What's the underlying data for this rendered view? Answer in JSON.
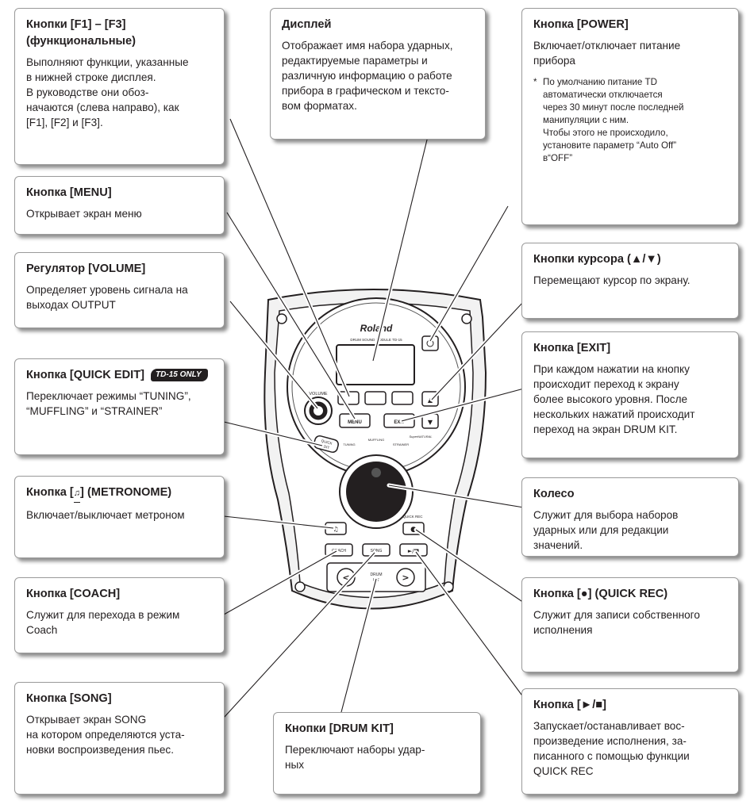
{
  "callouts": {
    "f_buttons": {
      "title": "Кнопки [F1] – [F3]\n(функциональные)",
      "desc": "Выполняют функции, указанные\nв нижней строке дисплея.\n                    В руководстве они обоз-\nначаются (слева направо), как\n[F1], [F2] и [F3]."
    },
    "display": {
      "title": "Дисплей",
      "desc": "Отображает имя набора ударных,\nредактируемые параметры и\nразличную информацию о работе\nприбора в графическом и тексто-\nвом форматах."
    },
    "power": {
      "title": "Кнопка [POWER]",
      "desc": "Включает/отключает питание\nприбора",
      "note_mark": "*",
      "note": "По умолчанию питание TD\nавтоматически отключается\nчерез 30 минут после последней\nманипуляции с ним.\nЧтобы этого не происходило,\nустановите параметр “Auto Off”\nв“OFF”"
    },
    "menu": {
      "title": "Кнопка [MENU]",
      "desc": "Открывает экран меню"
    },
    "volume": {
      "title": "Регулятор [VOLUME]",
      "desc": "Определяет уровень сигнала на\nвыходах OUTPUT"
    },
    "quick_edit": {
      "title": "Кнопка [QUICK EDIT]",
      "badge": "TD-15 ONLY",
      "desc": "Переключает режимы “TUNING”,\n“MUFFLING” и “STRAINER”"
    },
    "metronome": {
      "title_pre": "Кнопка [",
      "title_post": "] (METRONOME)",
      "desc": "Включает/выключает метроном"
    },
    "coach": {
      "title": "Кнопка [COACH]",
      "desc": "Служит для перехода в режим\nCoach"
    },
    "song": {
      "title": "Кнопка [SONG]",
      "desc": "Открывает экран SONG\nна котором определяются уста-\nновки воспроизведения пьес."
    },
    "drum_kit": {
      "title": "Кнопки [DRUM KIT]",
      "desc": "Переключают наборы удар-\nных"
    },
    "cursor": {
      "title": "Кнопки курсора (▲/▼)",
      "desc": "Перемещают курсор по экрану."
    },
    "exit": {
      "title": "Кнопка [EXIT]",
      "desc": "При каждом нажатии на кнопку\nпроисходит переход к экрану\nболее высокого уровня. После\nнескольких нажатий происходит\nпереход на экран DRUM KIT."
    },
    "wheel": {
      "title": "Колесо",
      "desc": "Служит для выбора наборов\nударных или для редакции\nзначений."
    },
    "quick_rec": {
      "title": "Кнопка [●] (QUICK REC)",
      "desc": "Служит для записи собственного\nисполнения"
    },
    "play_stop": {
      "title": "Кнопка [►/■]",
      "desc": "Запускает/останавливает вос-\nпроизведение исполнения, за-\nписанного с помощью функции\nQUICK REC"
    }
  },
  "device": {
    "brand": "Roland",
    "model": "DRUM SOUND MODULE TD-15",
    "volume_label": "VOLUME",
    "menu_label": "MENU",
    "exit_label": "EXIT",
    "quick_edit_label": "QUICK\nEDIT",
    "tuning_label": "TUNING",
    "muffling_label": "MUFFLING",
    "strainer_label": "STRAINER",
    "supernatural_label": "SuperNATURAL",
    "quick_rec_label": "QUICK REC",
    "coach_label": "COACH",
    "song_label": "SONG",
    "drum_kit_label": "DRUM\nKIT",
    "play_stop_label": "►/■",
    "cursor_up": "▲",
    "cursor_down": "▼",
    "kit_prev": "<",
    "kit_next": ">",
    "rec_dot": "●",
    "metronome_glyph": "♫"
  }
}
